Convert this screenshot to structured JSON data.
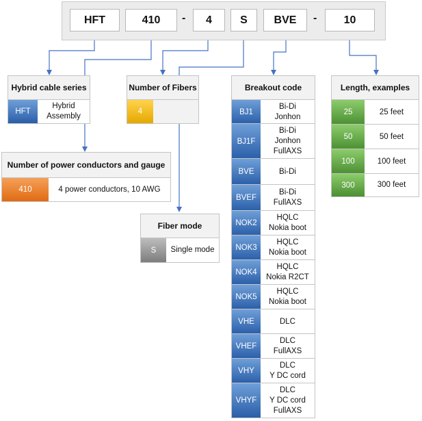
{
  "part_number": {
    "segments": [
      "HFT",
      "410",
      "4",
      "S",
      "BVE",
      "10"
    ],
    "separator": "-"
  },
  "hybrid_series": {
    "title": "Hybrid cable series",
    "code": "HFT",
    "description": "Hybrid\nAssembly"
  },
  "fibers": {
    "title": "Number of Fibers",
    "code": "4"
  },
  "power": {
    "title": "Number of power conductors and gauge",
    "code": "410",
    "description": "4 power conductors, 10 AWG"
  },
  "fiber_mode": {
    "title": "Fiber mode",
    "code": "S",
    "description": "Single mode"
  },
  "breakout": {
    "title": "Breakout code",
    "rows": [
      {
        "code": "BJ1",
        "description": "Bi-Di\nJonhon"
      },
      {
        "code": "BJ1F",
        "description": "Bi-Di\nJonhon\nFullAXS"
      },
      {
        "code": "BVE",
        "description": "Bi-Di"
      },
      {
        "code": "BVEF",
        "description": "Bi-Di\nFullAXS"
      },
      {
        "code": "NOK2",
        "description": "HQLC\nNokia boot"
      },
      {
        "code": "NOK3",
        "description": "HQLC\nNokia boot"
      },
      {
        "code": "NOK4",
        "description": "HQLC\nNokia R2CT"
      },
      {
        "code": "NOK5",
        "description": "HQLC\nNokia boot"
      },
      {
        "code": "VHE",
        "description": "DLC"
      },
      {
        "code": "VHEF",
        "description": "DLC\nFullAXS"
      },
      {
        "code": "VHY",
        "description": "DLC\nY DC cord"
      },
      {
        "code": "VHYF",
        "description": "DLC\nY DC cord\nFullAXS"
      }
    ]
  },
  "length": {
    "title": "Length, examples",
    "rows": [
      {
        "code": "25",
        "description": "25 feet"
      },
      {
        "code": "50",
        "description": "50 feet"
      },
      {
        "code": "100",
        "description": "100 feet"
      },
      {
        "code": "300",
        "description": "300 feet"
      }
    ]
  },
  "colors": {
    "connector": "#4472c4",
    "series": "#2a5ea8",
    "power": "#e06b12",
    "fibers": "#e5a800",
    "mode": "#7d7d7d",
    "length": "#4b8f33"
  }
}
